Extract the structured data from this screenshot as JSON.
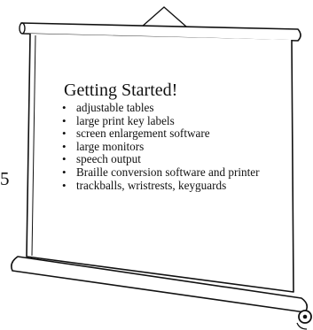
{
  "poster": {
    "title": "Getting Started!",
    "items": [
      "adjustable tables",
      "large print key labels",
      "screen enlargement software",
      "large monitors",
      "speech output",
      "Braille conversion software and printer",
      "trackballs, wristrests, keyguards"
    ],
    "bullet_glyph": "•"
  },
  "edge_text": "5",
  "colors": {
    "ink": "#111111",
    "paper": "#ffffff"
  }
}
